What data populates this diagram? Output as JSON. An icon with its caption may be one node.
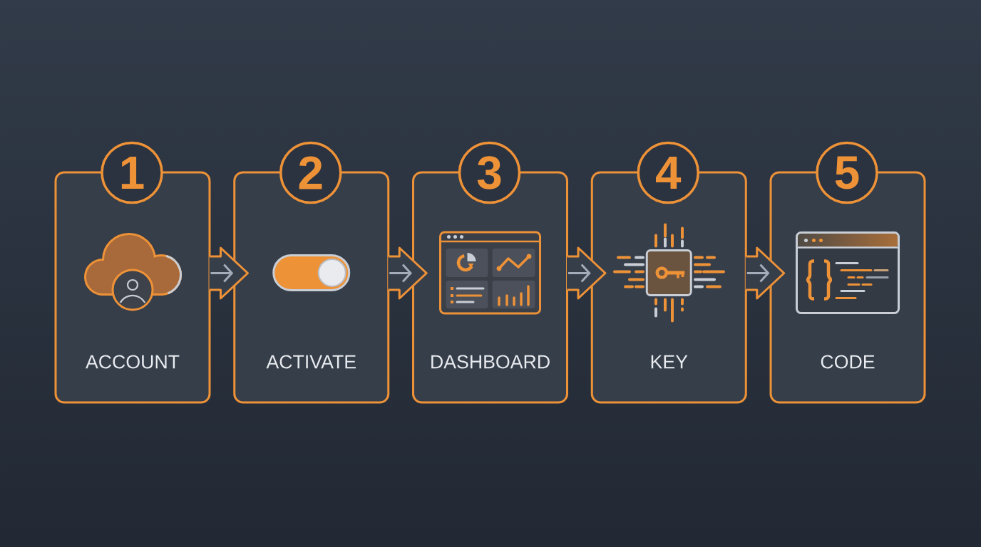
{
  "diagram": {
    "nodes": [
      {
        "text": [
          "1"
        ]
      },
      {
        "text": [
          "ACCOUNT"
        ]
      },
      {
        "text": [
          "2"
        ]
      },
      {
        "text": [
          "ACTIVATE"
        ]
      },
      {
        "text": [
          "3"
        ]
      },
      {
        "text": [
          "DASHBOARD"
        ]
      },
      {
        "text": [
          "4"
        ]
      },
      {
        "text": [
          "KEY"
        ]
      },
      {
        "text": [
          "5"
        ]
      },
      {
        "text": [
          "CODE"
        ]
      }
    ],
    "edges": [
      {
        "from": 1,
        "to": 3,
        "arrow": "to"
      },
      {
        "from": 3,
        "to": 5,
        "arrow": "to"
      },
      {
        "from": 5,
        "to": 7,
        "arrow": "to"
      },
      {
        "from": 7,
        "to": 9,
        "arrow": "to"
      }
    ]
  }
}
